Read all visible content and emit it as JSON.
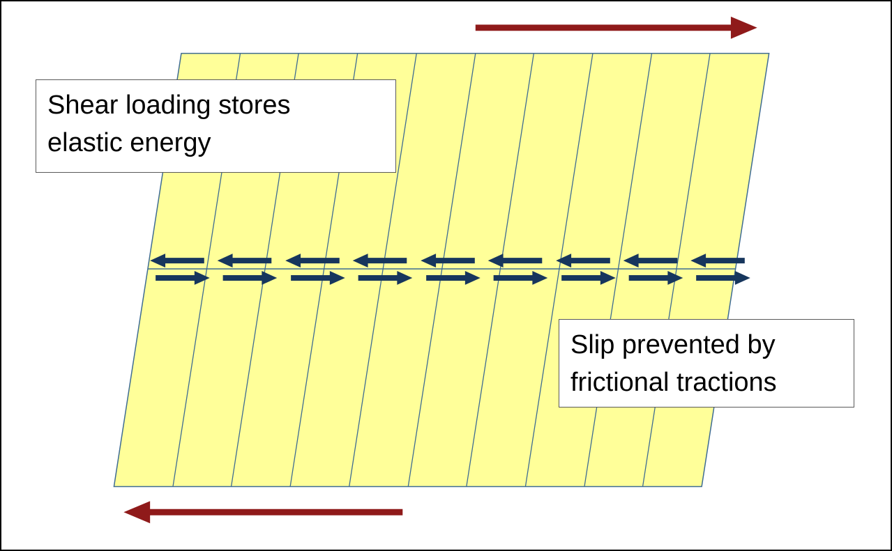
{
  "labels": {
    "shear_loading": {
      "line1": "Shear loading stores",
      "line2": "elastic energy"
    },
    "slip_prevented": {
      "line1": "Slip prevented by",
      "line2": "frictional tractions"
    }
  },
  "colors": {
    "canvas_border": "#000000",
    "block_fill": "#FFFF99",
    "block_stroke": "#3D6B92",
    "fault_line": "#3D6B92",
    "traction_arrow": "#17365D",
    "shear_arrow": "#8F1A1A",
    "label_border": "#595959"
  },
  "icons": {
    "top_shear_arrow": "right-arrow",
    "bottom_shear_arrow": "left-arrow",
    "upper_traction_arrows": "left-arrow",
    "lower_traction_arrows": "right-arrow"
  }
}
